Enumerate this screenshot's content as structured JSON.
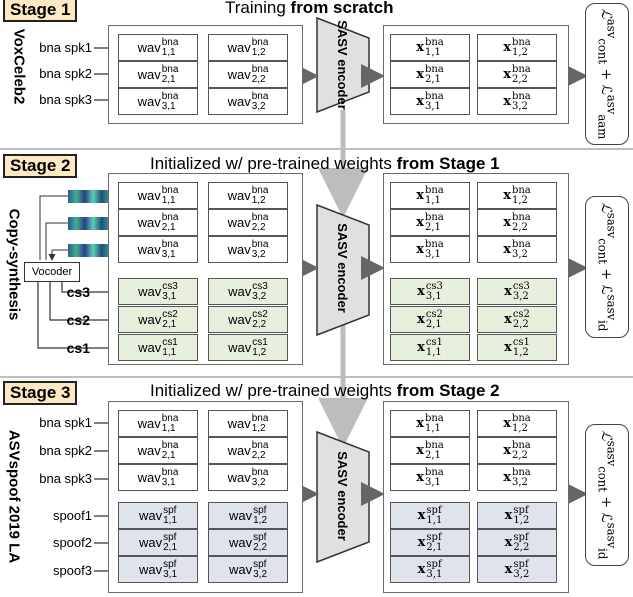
{
  "stage1": {
    "tag": "Stage 1",
    "title": "Training",
    "title_bold": "from scratch",
    "dataset": "VoxCeleb2",
    "rows": [
      "bna spk1",
      "bna spk2",
      "bna spk3"
    ],
    "encoder": "SASV encoder",
    "loss": [
      "ℒ",
      "asv",
      "cont",
      "+ ℒ",
      "asv",
      "aam"
    ]
  },
  "stage2": {
    "tag": "Stage 2",
    "title": "Initialized w/ pre-trained weights",
    "title_bold": "from Stage 1",
    "dataset": "Copy-synthesis",
    "vocoder": "Vocoder",
    "rows": [
      "cs3",
      "cs2",
      "cs1"
    ],
    "encoder": "SASV encoder",
    "loss": [
      "ℒ",
      "sasv",
      "cont",
      "+ ℒ",
      "sasv",
      "id"
    ]
  },
  "stage3": {
    "tag": "Stage 3",
    "title": "Initialized w/ pre-trained weights",
    "title_bold": "from Stage 2",
    "dataset": "ASVspoof 2019 LA",
    "rows": [
      "bna spk1",
      "bna spk2",
      "bna spk3",
      "spoof1",
      "spoof2",
      "spoof3"
    ],
    "encoder": "SASV encoder",
    "loss": [
      "ℒ",
      "sasv",
      "cont",
      "+ ℒ",
      "sasv",
      "id"
    ]
  },
  "cells": {
    "wav": "wav",
    "x": "x",
    "bna": "bna",
    "spf": "spf",
    "cs1": "cs1",
    "cs2": "cs2",
    "cs3": "cs3",
    "idx": [
      "1,1",
      "1,2",
      "2,1",
      "2,2",
      "3,1",
      "3,2"
    ]
  },
  "colors": {
    "stage_tag": "#fde9c4",
    "green_cell": "#e6f0dc",
    "blue_cell": "#dfe3ec",
    "encoder": "#e0e0e0"
  }
}
